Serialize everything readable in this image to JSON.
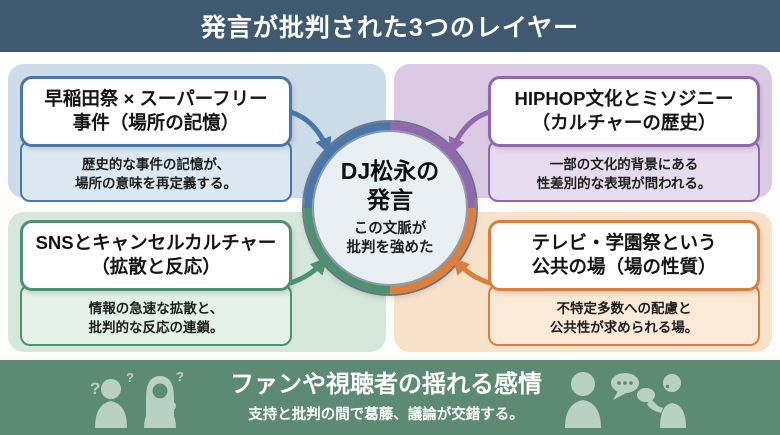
{
  "header": {
    "title": "発言が批判された3つのレイヤー"
  },
  "layers": [
    {
      "id": "waseda",
      "position": "top-left",
      "accent": "#4a76aa",
      "panel_bg": "#ccdce9",
      "title": "早稲田祭 × スーパーフリー\n事件（場所の記憶）",
      "subtitle": "歴史的な事件の記憶が、\n場所の意味を再定義する。"
    },
    {
      "id": "hiphop",
      "position": "top-right",
      "accent": "#9268ac",
      "panel_bg": "#dccae5",
      "title": "HIPHOP文化とミソジニー\n（カルチャーの歴史）",
      "subtitle": "一部の文化的背景にある\n性差別的な表現が問われる。"
    },
    {
      "id": "sns",
      "position": "bottom-left",
      "accent": "#4f8f72",
      "panel_bg": "#d6e7db",
      "title": "SNSとキャンセルカルチャー\n（拡散と反応）",
      "subtitle": "情報の急速な拡散と、\n批判的な反応の連鎖。"
    },
    {
      "id": "tv",
      "position": "bottom-right",
      "accent": "#d9803f",
      "panel_bg": "#f9e2ca",
      "title": "テレビ・学園祭という\n公共の場（場の性質）",
      "subtitle": "不特定多数への配慮と\n公共性が求められる場。"
    }
  ],
  "center": {
    "title": "DJ松永の\n発言",
    "subtitle": "この文脈が\n批判を強めた"
  },
  "footer": {
    "title": "ファンや視聴者の揺れる感情",
    "subtitle": "支持と批判の間で葛藤、議論が交錯する。",
    "left_icon": "confused-people-icon",
    "right_icon": "discussing-people-icon"
  },
  "colors": {
    "header_bg": "#3f5971",
    "footer_bg": "#5d8a75",
    "blue": "#4a76aa",
    "purple": "#9268ac",
    "green": "#4f8f72",
    "orange": "#d9803f",
    "circle_fill": "#eaeff4"
  }
}
